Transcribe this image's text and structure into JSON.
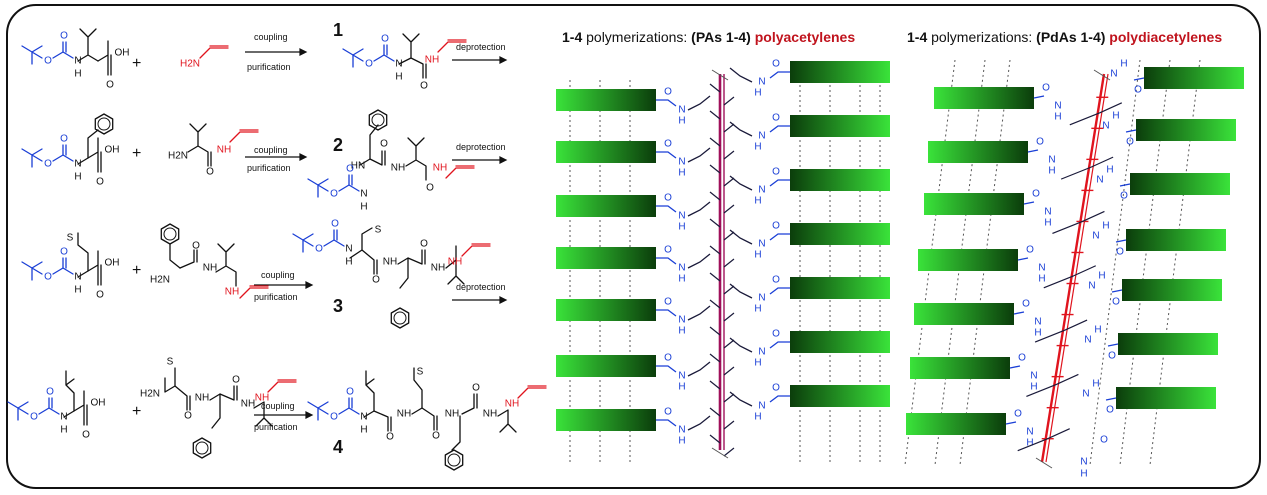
{
  "titles": {
    "pa": {
      "bold_prefix": "1-4",
      "middle": " polymerizations: ",
      "bold_group": "(PAs 1-4)",
      "red": "polyacetylenes"
    },
    "pda": {
      "bold_prefix": "1-4",
      "middle": " polymerizations: ",
      "bold_group": "(PdAs 1-4)",
      "red": "polydiacetylenes"
    }
  },
  "reactions": [
    {
      "number": "1",
      "step1": "coupling",
      "step2": "purification",
      "step3": "deprotection"
    },
    {
      "number": "2",
      "step1": "coupling",
      "step2": "purification",
      "step3": "deprotection"
    },
    {
      "number": "3",
      "step1": "coupling",
      "step2": "purification",
      "step3": "deprotection"
    },
    {
      "number": "4",
      "step1": "coupling",
      "step2": "purification",
      "step3": ""
    }
  ],
  "plus_sign": "+",
  "atoms": {
    "O": "O",
    "H": "H",
    "N": "N",
    "OH": "OH",
    "NH": "NH",
    "H2N": "H2N",
    "HN": "HN",
    "S": "S"
  },
  "colors": {
    "carbamate_blue": "#1a3fd6",
    "alkyne_red": "#e0141e",
    "backbone_magenta": "#a0105a",
    "green_light": "#3ae33a",
    "green_dark": "#0b3d0b",
    "title_red": "#c0131d"
  }
}
